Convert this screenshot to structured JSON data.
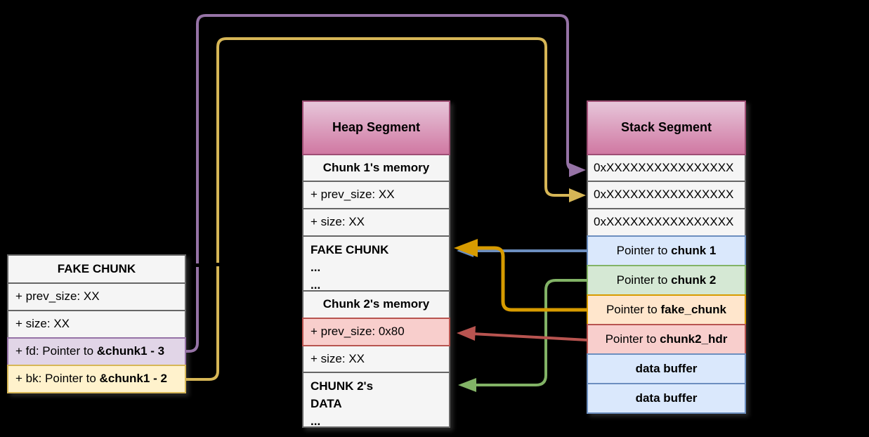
{
  "colors": {
    "background": "#000000",
    "purple": "#9673a6",
    "yellow": "#d6b656",
    "blue": "#6c8ebf",
    "green": "#82b366",
    "red": "#b85450",
    "orange": "#d79b00",
    "gray_fill": "#f5f5f5",
    "gray_border": "#666666",
    "purple_fill": "#e1d5e7",
    "yellow_fill": "#fff2cc",
    "blue_fill": "#dae8fc",
    "green_fill": "#d5e8d4",
    "orange_fill": "#ffe6cc",
    "red_fill": "#f8cecc",
    "header_gradient_top": "#e7c6da",
    "header_gradient_bottom": "#d078a2",
    "header_border": "#9e4e74"
  },
  "fake_chunk_table": {
    "title": "FAKE CHUNK",
    "rows": [
      {
        "text": "+ prev_size: XX"
      },
      {
        "text": "+ size: XX"
      },
      {
        "prefix": "+ fd: Pointer to ",
        "strong": "&chunk1 - 3"
      },
      {
        "prefix": "+ bk: Pointer to ",
        "strong": "&chunk1 - 2"
      }
    ]
  },
  "heap_table": {
    "title": "Heap Segment",
    "rows": [
      {
        "text": "Chunk 1's memory"
      },
      {
        "text": "+ prev_size: XX"
      },
      {
        "text": "+ size: XX"
      },
      {
        "lines": [
          "FAKE CHUNK",
          "...",
          "..."
        ]
      },
      {
        "text": "Chunk 2's memory"
      },
      {
        "text": "+ prev_size: 0x80"
      },
      {
        "text": "+ size: XX"
      },
      {
        "lines": [
          "CHUNK 2's",
          "DATA",
          "..."
        ]
      }
    ]
  },
  "stack_table": {
    "title": "Stack Segment",
    "rows": [
      {
        "text": "0xXXXXXXXXXXXXXXXX"
      },
      {
        "text": "0xXXXXXXXXXXXXXXXX"
      },
      {
        "text": "0xXXXXXXXXXXXXXXXX"
      },
      {
        "prefix": "Pointer to ",
        "strong": "chunk 1"
      },
      {
        "prefix": "Pointer to ",
        "strong": "chunk 2"
      },
      {
        "prefix": "Pointer to ",
        "strong": "fake_chunk"
      },
      {
        "prefix": "Pointer to ",
        "strong": "chunk2_hdr"
      },
      {
        "text": "data buffer"
      },
      {
        "text": "data buffer"
      }
    ]
  },
  "arrows": [
    {
      "name": "fd-to-stack-slot-1",
      "color": "#9673a6"
    },
    {
      "name": "bk-to-stack-slot-2",
      "color": "#d6b656"
    },
    {
      "name": "chunk1-pointer-to-fake-chunk",
      "color": "#6c8ebf"
    },
    {
      "name": "chunk2-pointer-to-chunk2-data",
      "color": "#82b366"
    },
    {
      "name": "chunk2hdr-pointer-to-prev-size",
      "color": "#b85450"
    },
    {
      "name": "fakechunk-pointer-to-fake-chunk",
      "color": "#d79b00"
    }
  ]
}
